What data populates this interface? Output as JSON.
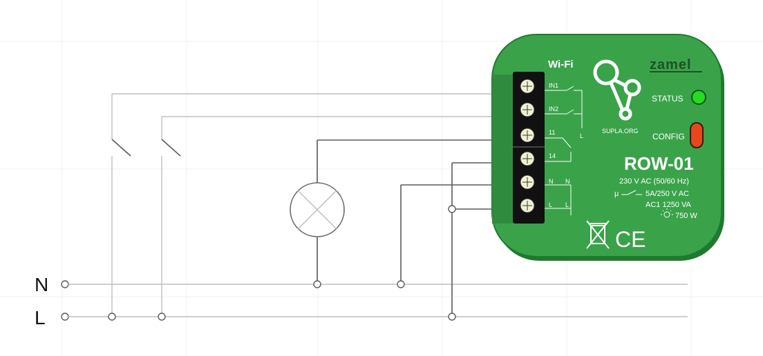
{
  "bus": {
    "n_label": "N",
    "l_label": "L"
  },
  "device": {
    "brand": "zamel",
    "wifi_label": "Wi-Fi",
    "model": "ROW-01",
    "supla_label": "SUPLA.ORG",
    "status_label": "STATUS",
    "config_label": "CONFIG",
    "terminals": [
      "IN1",
      "IN2",
      "11",
      "14",
      "N",
      "L"
    ],
    "terminal_right_labels": [
      "N",
      "L"
    ],
    "spec_voltage": "230 V AC (50/60 Hz)",
    "spec_mu": "μ",
    "spec_current": "5A/250 V AC",
    "spec_ac1": "AC1 1250 VA",
    "spec_lamp": "750 W",
    "ce_mark": "CE",
    "colors": {
      "body": "#3aa34a",
      "body_edge": "#1f7a2f",
      "status_led": "#22dd22",
      "config_button": "#e8461c"
    }
  }
}
